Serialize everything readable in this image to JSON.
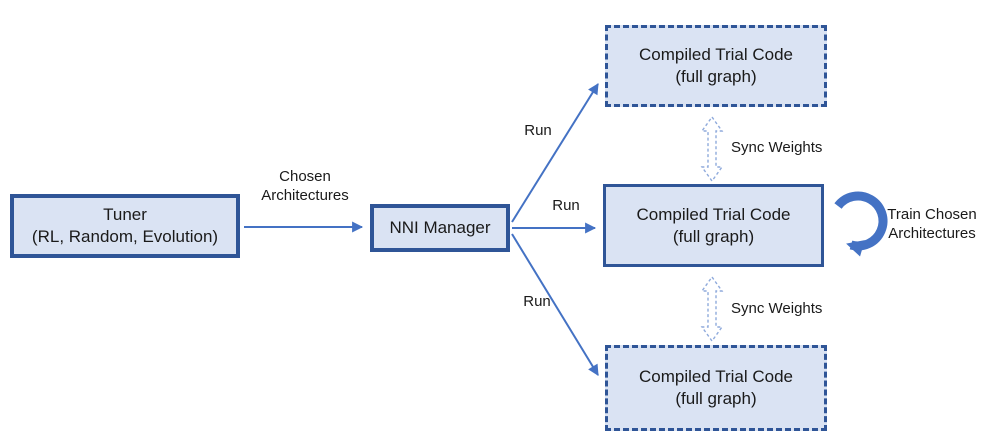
{
  "colors": {
    "box_fill": "#dae3f3",
    "box_border": "#2f5597",
    "arrow": "#4472c4",
    "sync_arrow": "#8faadc",
    "text": "#1a1a1a"
  },
  "nodes": {
    "tuner": {
      "line1": "Tuner",
      "line2": "(RL, Random, Evolution)"
    },
    "nni_manager": {
      "label": "NNI Manager"
    },
    "trial_top": {
      "line1": "Compiled Trial Code",
      "line2": "(full graph)"
    },
    "trial_middle": {
      "line1": "Compiled Trial Code",
      "line2": "(full graph)"
    },
    "trial_bottom": {
      "line1": "Compiled Trial Code",
      "line2": "(full graph)"
    }
  },
  "edges": {
    "chosen_architectures_label": "Chosen Architectures",
    "run_top_label": "Run",
    "run_middle_label": "Run",
    "run_bottom_label": "Run",
    "sync_weights_top_label": "Sync Weights",
    "sync_weights_bottom_label": "Sync Weights",
    "train_label": "Train Chosen Architectures"
  }
}
